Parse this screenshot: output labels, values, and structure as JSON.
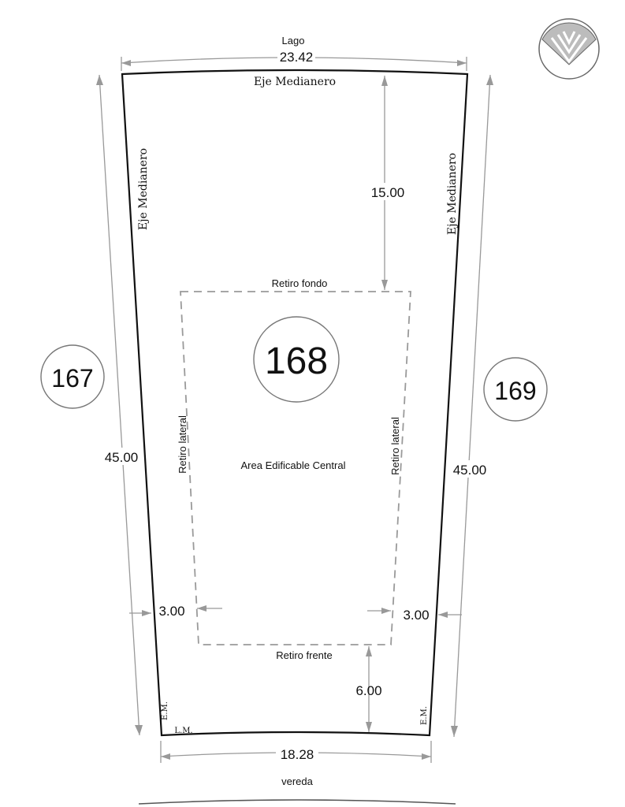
{
  "labels": {
    "top_street": "Lago",
    "bottom_street": "vereda",
    "area": "Area Edificable Central",
    "retiro_fondo": "Retiro fondo",
    "retiro_frente": "Retiro frente",
    "retiro_lateral_left": "Retiro lateral",
    "retiro_lateral_right": "Retiro lateral",
    "eje_top": "Eje Medianero",
    "eje_left": "Eje Medianero",
    "eje_right": "Eje Medianero",
    "em_left": "E.M.",
    "em_right": "E.M.",
    "lm": "L.M."
  },
  "dimensions": {
    "top_width": "23.42",
    "bottom_width": "18.28",
    "left_depth": "45.00",
    "right_depth": "45.00",
    "rear_setback": "15.00",
    "front_setback": "6.00",
    "left_side_setback": "3.00",
    "right_side_setback": "3.00"
  },
  "lots": {
    "current": "168",
    "left": "167",
    "right": "169"
  },
  "north_arrow": "north-arrow-icon"
}
